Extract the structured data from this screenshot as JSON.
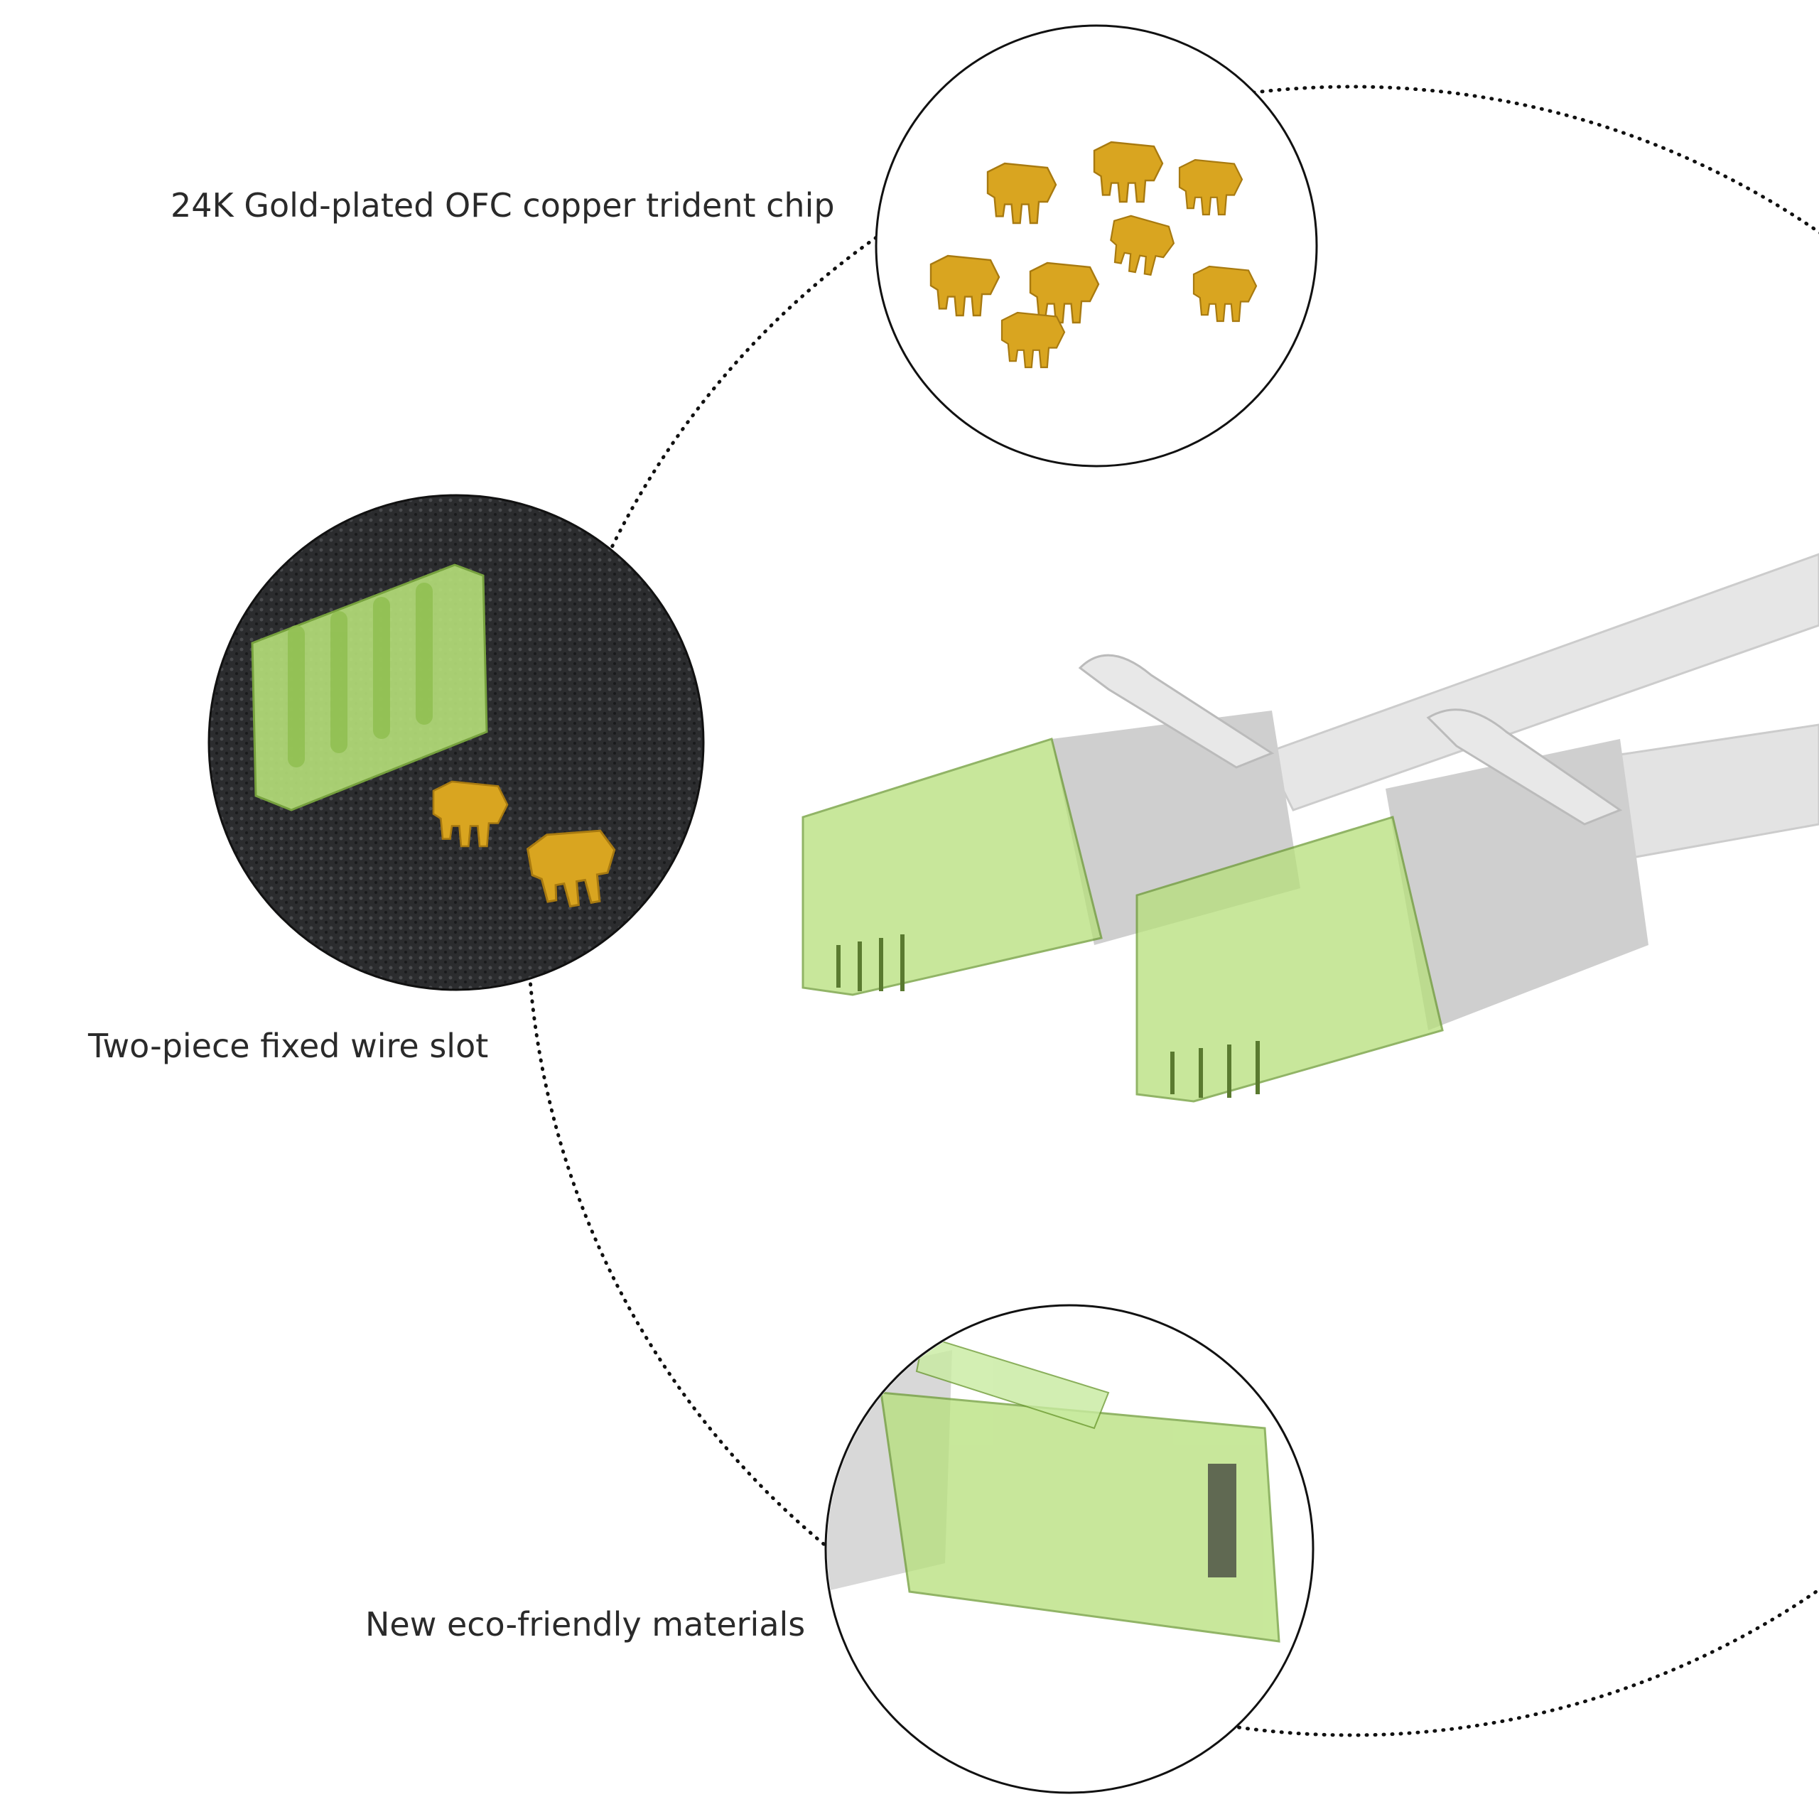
{
  "callouts": [
    {
      "label": "24K Gold-plated OFC copper trident chip",
      "icon": "gold-chips"
    },
    {
      "label": "Two-piece fixed wire slot",
      "icon": "wire-slot"
    },
    {
      "label": "New eco-friendly materials",
      "icon": "rj45-closeup"
    }
  ],
  "colors": {
    "gold": "#d9a520",
    "green_plastic": "#b6e07a",
    "cable_gray": "#e3e3e3",
    "text": "#2a2a2a"
  }
}
